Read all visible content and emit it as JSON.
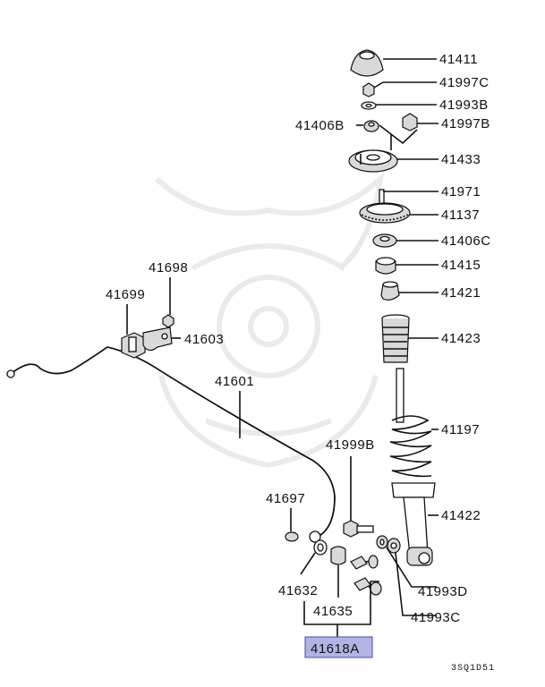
{
  "labels": {
    "l41411": "41411",
    "l41997C": "41997C",
    "l41993B": "41993B",
    "l41406B": "41406B",
    "l41997B": "41997B",
    "l41433": "41433",
    "l41971": "41971",
    "l41137": "41137",
    "l41406C": "41406C",
    "l41415": "41415",
    "l41421": "41421",
    "l41423": "41423",
    "l41197": "41197",
    "l41422": "41422",
    "l41993D": "41993D",
    "l41993C": "41993C",
    "l41999B": "41999B",
    "l41698": "41698",
    "l41699": "41699",
    "l41603": "41603",
    "l41601": "41601",
    "l41697": "41697",
    "l41632": "41632",
    "l41635": "41635",
    "l41618A": "41618A"
  },
  "diagram_code": "3SQ1D51",
  "colors": {
    "highlight_fill": "#b3b3e6",
    "highlight_stroke": "#4a4aa8"
  }
}
